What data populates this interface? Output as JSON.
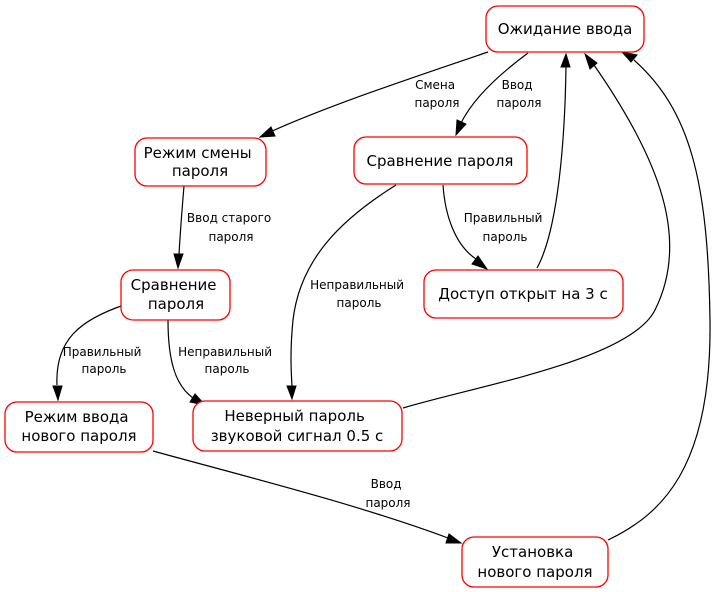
{
  "nodes": {
    "waiting": [
      "Ожидание ввода"
    ],
    "change_mode": [
      "Режим смены",
      "пароля"
    ],
    "compare_top": [
      "Сравнение пароля"
    ],
    "compare_left": [
      "Сравнение",
      "пароля"
    ],
    "access_open": [
      "Доступ открыт на 3 с"
    ],
    "new_input_mode": [
      "Режим ввода",
      "нового пароля"
    ],
    "wrong_password": [
      "Неверный пароль",
      "звуковой сигнал 0.5 с"
    ],
    "set_new": [
      "Установка",
      "нового пароля"
    ]
  },
  "edges": {
    "waiting_to_change": [
      "Смена",
      "пароля"
    ],
    "waiting_to_compare": [
      "Ввод",
      "пароля"
    ],
    "change_to_compare": [
      "Ввод старого",
      "пароля"
    ],
    "compare_to_access": [
      "Правильный",
      "пароль"
    ],
    "compare_to_wrong": [
      "Неправильный",
      "пароль"
    ],
    "compare_left_to_newmode": [
      "Правильный",
      "пароль"
    ],
    "compare_left_to_wrong": [
      "Неправильный",
      "пароль"
    ],
    "newmode_to_set": [
      "Ввод",
      "пароля"
    ]
  },
  "colors": {
    "node_border": "#ff0000",
    "edge": "#000000"
  }
}
